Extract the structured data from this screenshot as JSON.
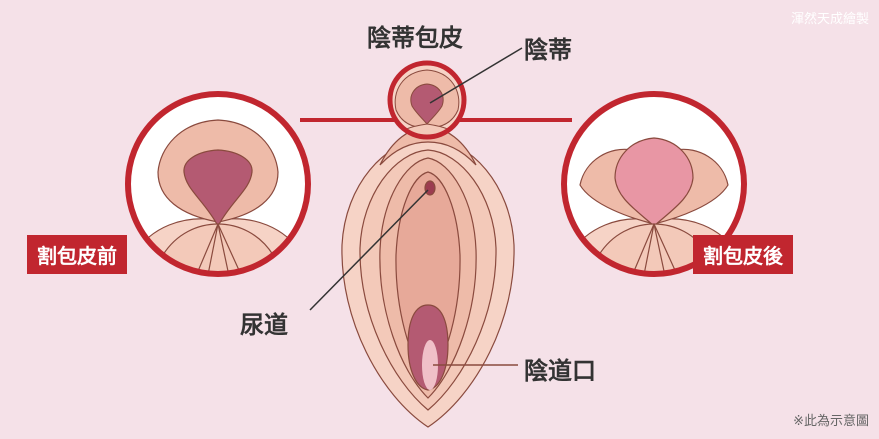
{
  "labels": {
    "clitoral_hood": "陰蒂包皮",
    "clitoris": "陰蒂",
    "urethra": "尿道",
    "vaginal_opening": "陰道口",
    "before": "割包皮前",
    "after": "割包皮後"
  },
  "credit": "渾然天成繪製",
  "note": "※此為示意圖",
  "colors": {
    "background": "#f5e1e8",
    "accent_red": "#c1262f",
    "skin_light": "#f6d3c6",
    "skin_mid": "#eebba9",
    "skin_dark": "#d99b8f",
    "clitoris": "#b45a72",
    "clitoris_exposed": "#e896a4"
  }
}
